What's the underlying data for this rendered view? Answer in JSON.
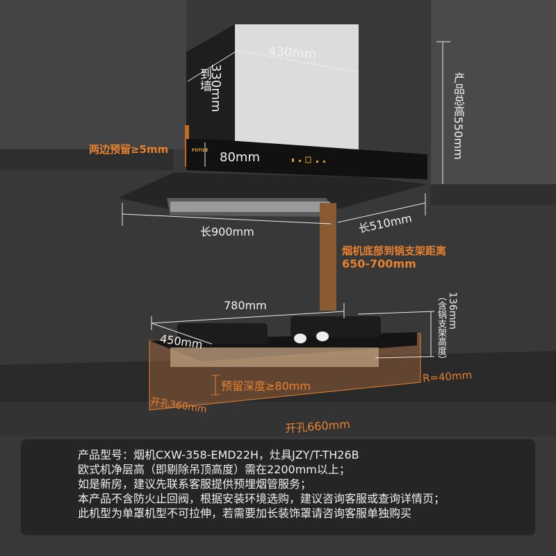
{
  "hood": {
    "width_top": "430mm",
    "depth_to_wall": "330mm",
    "to_wall_label": "到墙",
    "panel_height": "80mm",
    "side_clearance": "两边预留≥5mm",
    "total_height": "产品总高550mm",
    "length": "长900mm",
    "depth": "长510mm",
    "brand_mark": "FOTILE"
  },
  "distance": {
    "title": "烟机底部到锅支架距离",
    "value": "650-700mm"
  },
  "stove": {
    "width": "780mm",
    "depth": "450mm",
    "height": "136mm",
    "height_note": "（含锅支架高度）",
    "reserve_depth": "预留深度≥80mm",
    "radius": "R=40mm",
    "cutout_depth": "开孔360mm",
    "cutout_width": "开孔660mm"
  },
  "info": {
    "lines": [
      "产品型号：烟机CXW-358-EMD22H，灶具JZY/T-TH26B",
      "欧式机净层高（即剔除吊顶高度）需在2200mm以上；",
      "如是新房，建议先联系客服提供预埋烟管服务；",
      "本产品不含防火止回阀，根据安装环境选购，建议咨询客服或查询详情页；",
      "此机型为单罩机型不可拉伸，若需要加长装饰罩请咨询客服单独购买"
    ]
  },
  "colors": {
    "accent": "#e8812f",
    "background": "#383838"
  }
}
